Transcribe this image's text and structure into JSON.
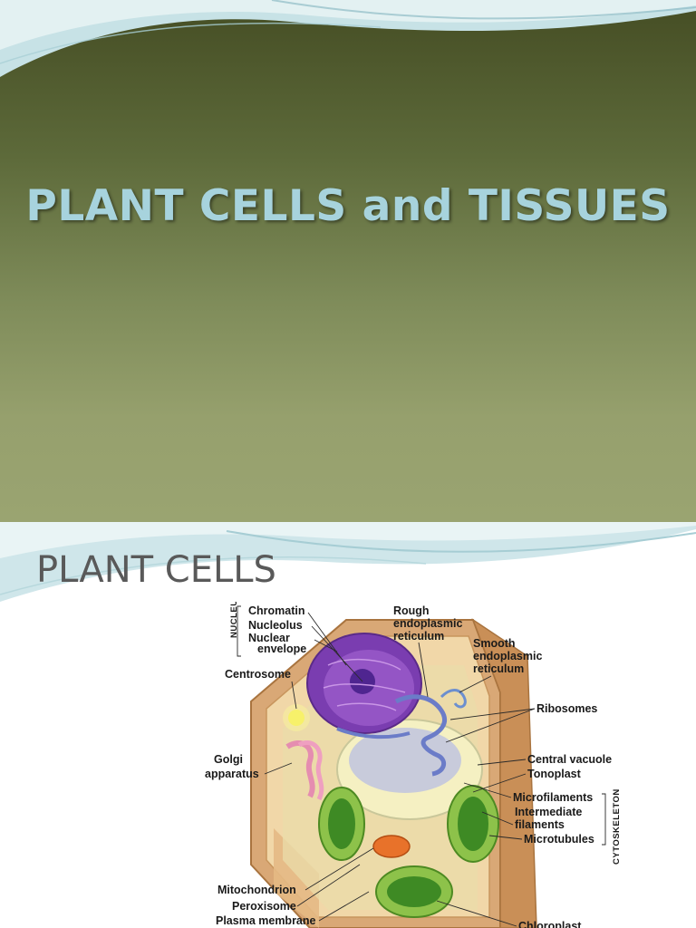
{
  "slide1": {
    "title": "PLANT CELLS and TISSUES"
  },
  "slide2": {
    "title": "PLANT CELLS",
    "diagram": {
      "group_labels": {
        "nucleus": "NUCLEUS",
        "cytoskeleton": "CYTOSKELETON"
      },
      "labels": {
        "chromatin": "Chromatin",
        "nucleolus": "Nucleolus",
        "nuclear_line1": "Nuclear",
        "nuclear_line2": "envelope",
        "centrosome": "Centrosome",
        "golgi_line1": "Golgi",
        "golgi_line2": "apparatus",
        "rough_line1": "Rough",
        "rough_line2": "endoplasmic",
        "rough_line3": "reticulum",
        "smooth_line1": "Smooth",
        "smooth_line2": "endoplasmic",
        "smooth_line3": "reticulum",
        "ribosomes": "Ribosomes",
        "central_vacuole": "Central vacuole",
        "tonoplast": "Tonoplast",
        "microfilaments": "Microfilaments",
        "intermediate_line1": "Intermediate",
        "intermediate_line2": "filaments",
        "microtubules": "Microtubules",
        "mitochondrion": "Mitochondrion",
        "peroxisome": "Peroxisome",
        "plasma_membrane": "Plasma membrane",
        "chloroplast": "Chloroplast"
      }
    }
  },
  "colors": {
    "title1": "#a7d3dd",
    "title2": "#595959",
    "wave_light": "#c9e4e8",
    "wave_mid": "#9fc7cf"
  }
}
